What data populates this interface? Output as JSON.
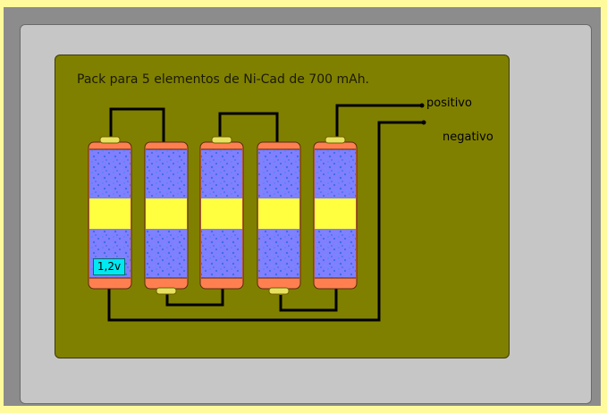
{
  "title": "Pack para 5 elementos de Ni-Cad de 700 mAh.",
  "labels": {
    "positive": "positivo",
    "negative": "negativo",
    "cell_voltage": "1,2v"
  },
  "cells": [
    {
      "id": 1,
      "terminal_top": true
    },
    {
      "id": 2,
      "terminal_top": false
    },
    {
      "id": 3,
      "terminal_top": true
    },
    {
      "id": 4,
      "terminal_top": false
    },
    {
      "id": 5,
      "terminal_top": true
    }
  ],
  "colors": {
    "background": "#fffb9c",
    "frame": "#8c8c8c",
    "panel": "#c6c6c6",
    "board": "#808000",
    "cell_body": "#8080ff",
    "cell_band": "#ffff40",
    "cell_cap": "#ff7f50",
    "terminal": "#e8e060",
    "wire": "#000000",
    "voltage_label": "#00e8f0"
  }
}
